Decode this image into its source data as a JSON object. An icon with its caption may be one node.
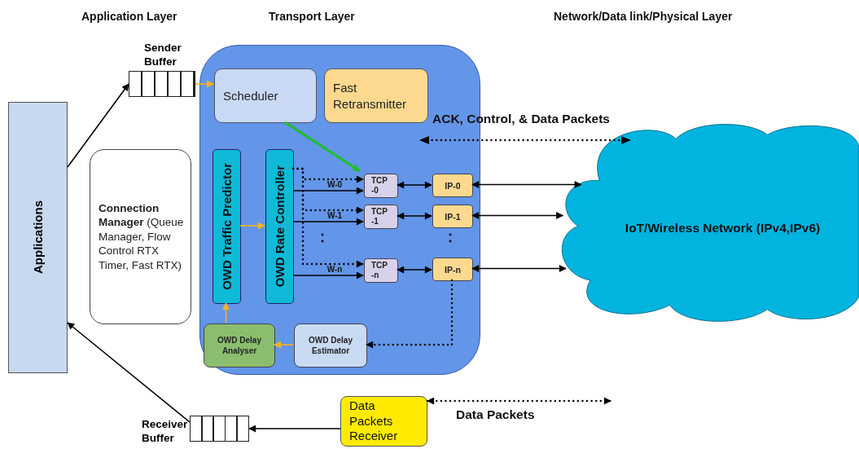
{
  "diagram": {
    "nodes": [
      {
        "text": [
          "Applications"
        ]
      },
      {
        "text": [
          "Sender Buffer"
        ]
      },
      {
        "text": [],
        "shape": "box"
      },
      {
        "text": [
          "Scheduler"
        ],
        "in": 2
      },
      {
        "text": [
          "Fast Retransmitter"
        ],
        "in": 2
      },
      {
        "text": [
          "**Connection Manager** (Queue Manager, Flow Control RTX Timer, Fast RTX)"
        ]
      },
      {
        "text": [
          "OWD Traffic Predictor"
        ],
        "in": 2
      },
      {
        "text": [
          "OWD Rate Controller"
        ],
        "in": 2
      },
      {
        "text": [
          "TCP -0"
        ],
        "in": 2
      },
      {
        "text": [
          "TCP -1"
        ],
        "in": 2
      },
      {
        "text": [
          "TCP -n"
        ],
        "in": 2
      },
      {
        "text": [
          "IP-0"
        ],
        "in": 2
      },
      {
        "text": [
          "IP-1"
        ],
        "in": 2
      },
      {
        "text": [
          "IP-n"
        ],
        "in": 2
      },
      {
        "text": [
          "OWD Delay Analyser"
        ],
        "in": 2
      },
      {
        "text": [
          "OWD Delay Estimator"
        ],
        "in": 2
      },
      {
        "text": [
          "IoT/Wireless Network (IPv4,IPv6)"
        ]
      },
      {
        "text": [
          "Receiver Buffer"
        ]
      },
      {
        "text": [
          "Data Packets Receiver"
        ]
      }
    ],
    "edges": [
      {
        "from": 0,
        "to": 1,
        "arrow": "to"
      },
      {
        "from": 17,
        "to": 0,
        "arrow": "to"
      },
      {
        "from": 1,
        "to": 3,
        "arrow": "to",
        "color": "#f5b324"
      },
      {
        "from": 3,
        "to": 8,
        "arrow": "to",
        "style": "thick",
        "color": "#1fbf2a"
      },
      {
        "from": 7,
        "to": 8,
        "arrow": "to",
        "label": "W-0"
      },
      {
        "from": 7,
        "to": 9,
        "arrow": "to",
        "label": "W-1"
      },
      {
        "from": 7,
        "to": 10,
        "arrow": "to",
        "label": "W-n"
      },
      {
        "from": 7,
        "to": 8,
        "arrow": "to",
        "style": "dashed"
      },
      {
        "from": 7,
        "to": 9,
        "arrow": "to",
        "style": "dashed"
      },
      {
        "from": 7,
        "to": 10,
        "arrow": "to",
        "style": "dashed"
      },
      {
        "from": 8,
        "to": 11,
        "arrow": "both"
      },
      {
        "from": 9,
        "to": 12,
        "arrow": "both"
      },
      {
        "from": 10,
        "to": 13,
        "arrow": "both"
      },
      {
        "from": 11,
        "to": 16,
        "arrow": "both"
      },
      {
        "from": 12,
        "to": 16,
        "arrow": "both"
      },
      {
        "from": 13,
        "to": 16,
        "arrow": "both"
      },
      {
        "from": 13,
        "to": 15,
        "arrow": "to",
        "style": "dashed"
      },
      {
        "from": 15,
        "to": 14,
        "arrow": "to",
        "color": "#f5b324"
      },
      {
        "from": 14,
        "to": 6,
        "arrow": "to",
        "color": "#f5b324"
      },
      {
        "from": 6,
        "to": 7,
        "arrow": "to",
        "color": "#f5b324"
      },
      {
        "from": 18,
        "to": 17,
        "arrow": "to"
      },
      {
        "from": 18,
        "to": null,
        "arrow": "both",
        "style": "dashed"
      }
    ],
    "labels": [
      "Application Layer",
      "Transport Layer",
      "Network/Data link/Physical Layer",
      "ACK, Control, & Data Packets",
      "Data Packets"
    ]
  }
}
